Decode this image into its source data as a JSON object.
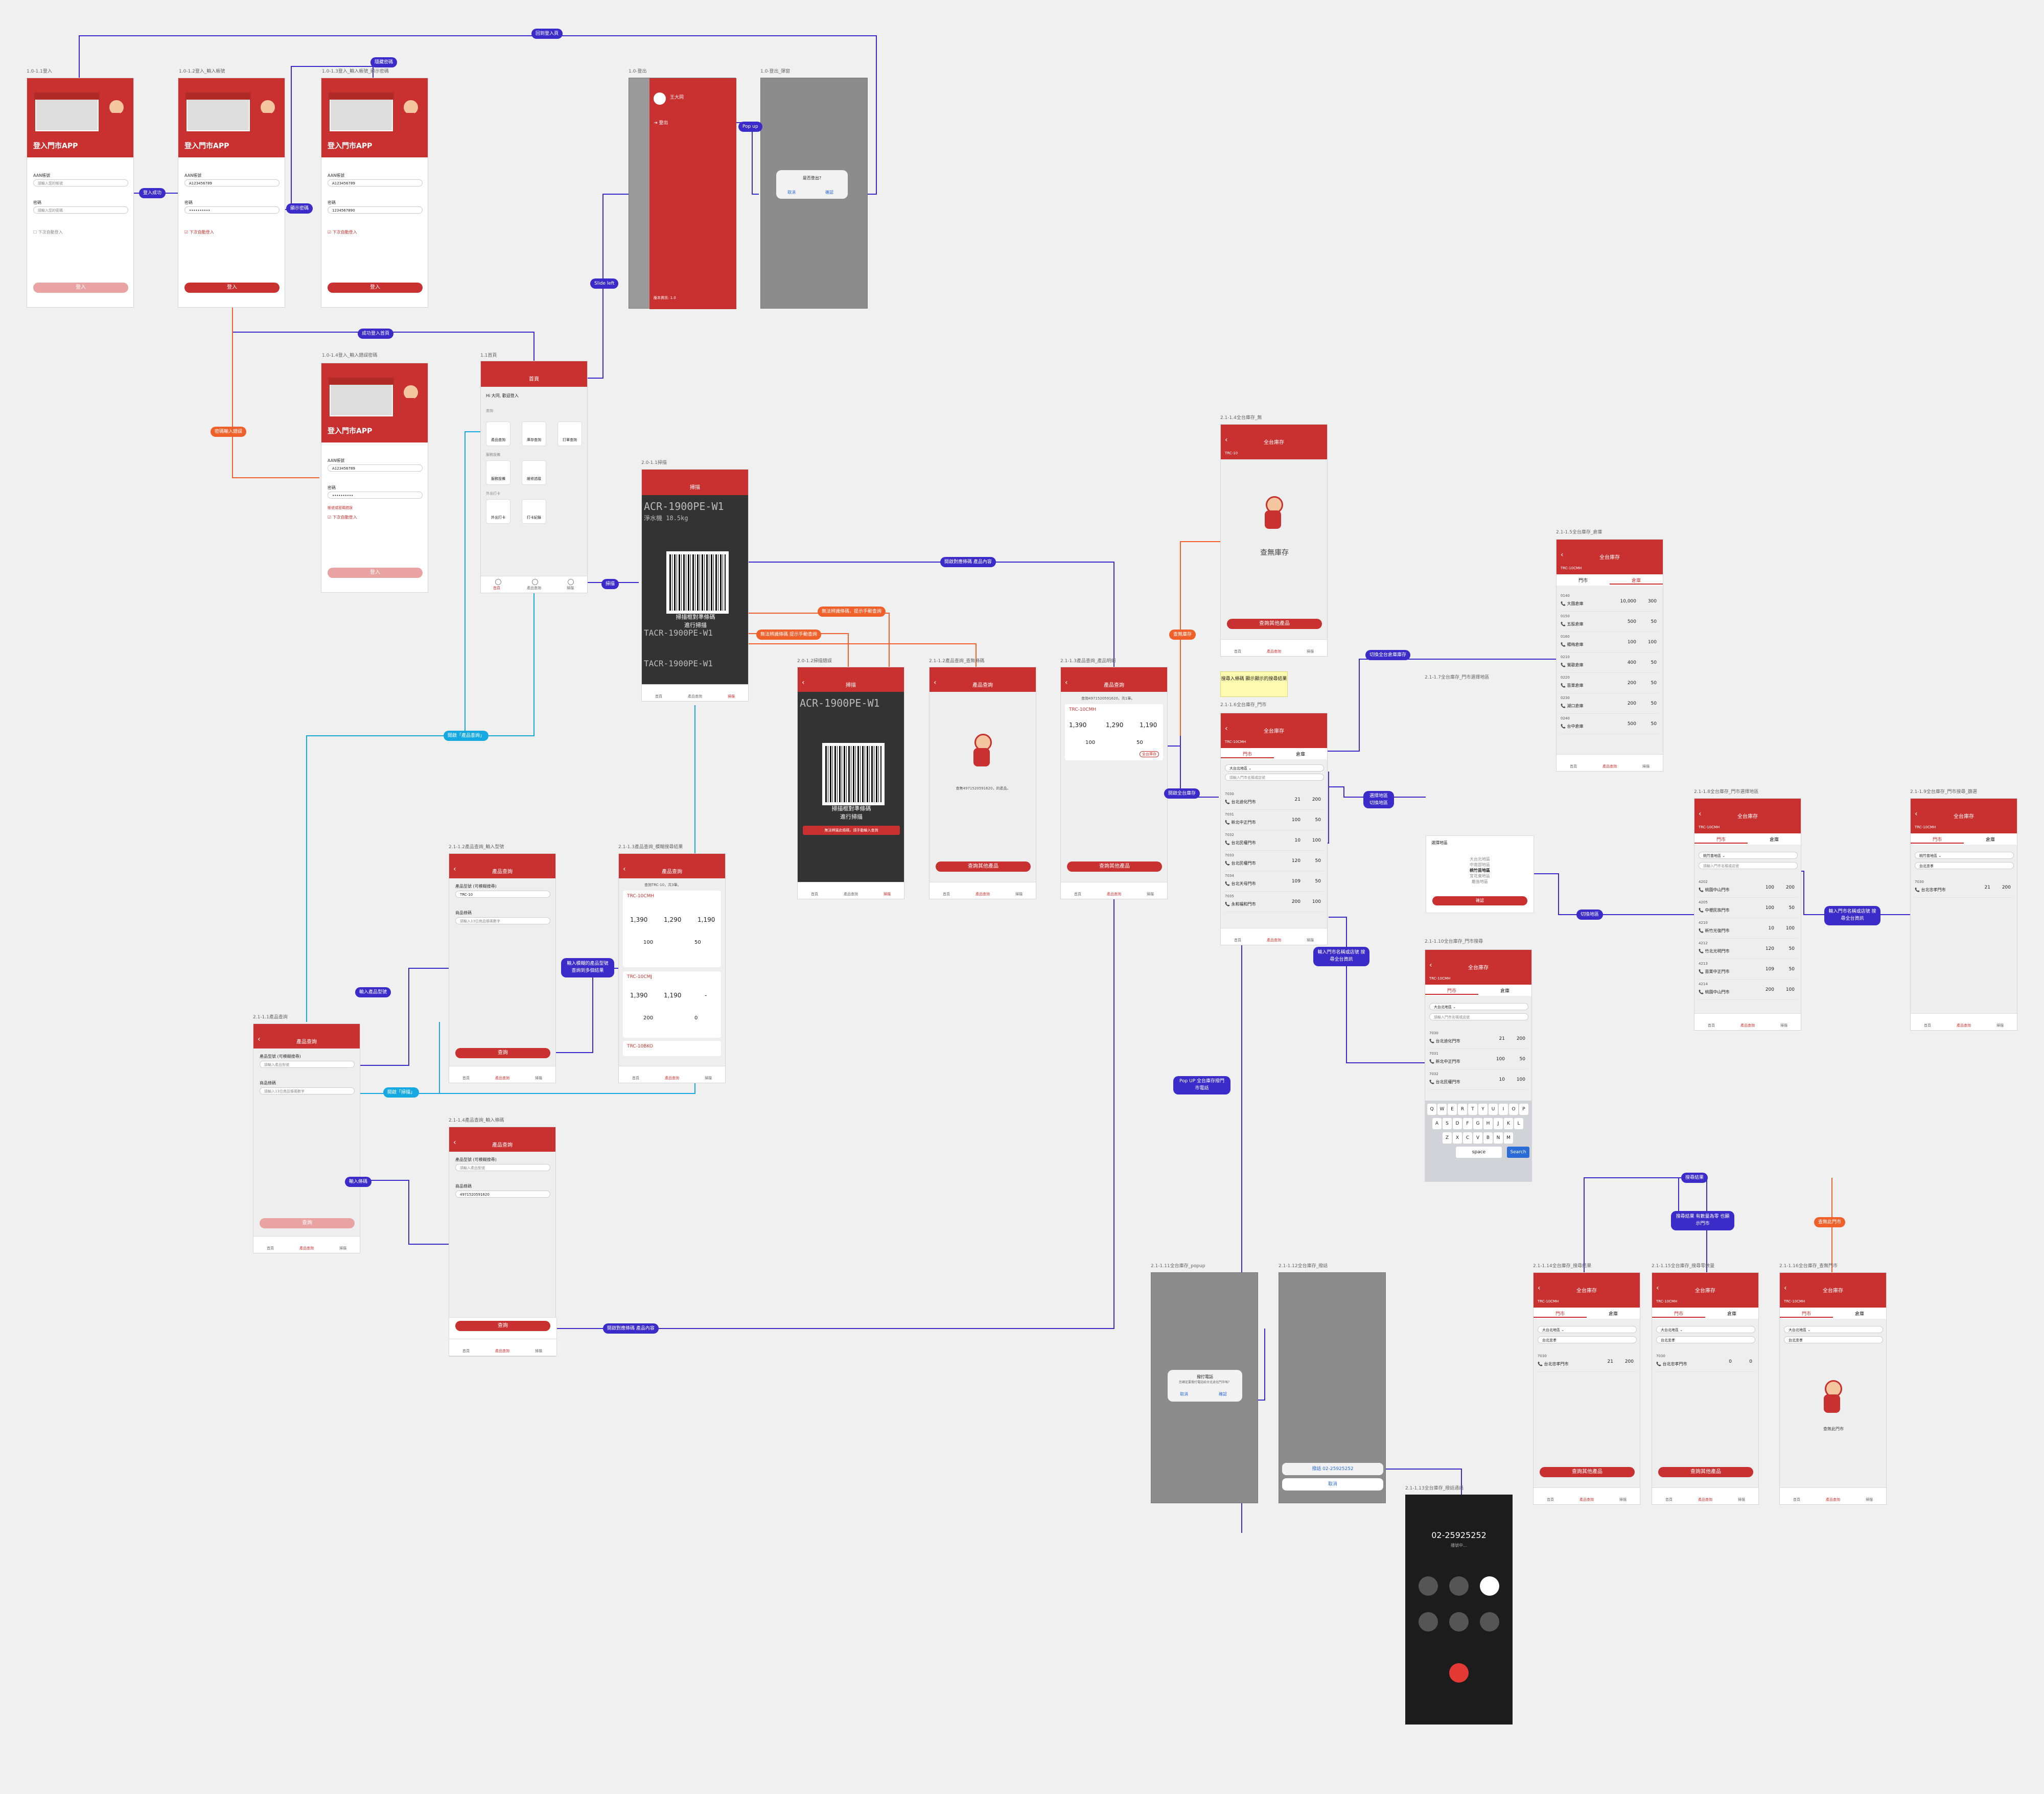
{
  "labels": {
    "login_title": "登入門市APP",
    "login_btn": "登入",
    "hi": "Hi 大同, 歡迎登入",
    "scan_hint": "掃描框對準條碼\n進行掃描",
    "no_stock": "查無庫存",
    "query_other": "查詢其他產品",
    "query": "查詢",
    "tel_num": "02-25925252",
    "call_hint": "播號中…",
    "cancel": "取消",
    "dial": "撥話 02-25925252",
    "dialog_logout": "是否登出?",
    "dialog_call": "撥打電話",
    "btn_cancel": "取消",
    "btn_ok": "確認"
  },
  "pills": {
    "back_login": "回到登入頁",
    "login_ok": "登入成功",
    "show_pw": "顯示密碼",
    "hide_pw": "隱藏密碼",
    "pw_err": "密碼輸入錯誤",
    "login_success_home": "成功登入首頁",
    "popup": "Pop up",
    "slide_left": "Slide left",
    "scan": "掃描",
    "open_product_query": "開啟「產品查詢」",
    "scan_open": "開啟對應條碼 產品內容",
    "scan_fail": "無法辨識條碼，提示手動查詢",
    "scan_fail2": "無法辨識條碼 提示手動查詢",
    "no_stock": "查無庫存",
    "query_stock": "開啟全台庫存",
    "switch_stock": "切換全台倉庫庫存",
    "type_model": "輸入產品型號",
    "type_barcode": "輸入條碼",
    "open_scan": "開啟「掃描」",
    "type_fuzzy": "輸入模糊的產品型號 查詢到多個結果",
    "scan_open2": "開啟對應條碼 產品內容",
    "select_region": "選擇地區 切換地區",
    "type_store": "輸入門市名稱或店號 搜尋全台資訊",
    "popup_call": "Pop UP 全台庫存撥門市電話",
    "switch_area": "切換地區",
    "type_store2": "輸入門市名稱或店號 搜尋全台資訊",
    "search_result": "搜尋結果",
    "search_result2": "搜尋結果 有數量為零 也顯示門市",
    "no_store": "查無此門市"
  },
  "captions": {
    "c1": "1.0-1.1登入",
    "c2": "1.0-1.2登入_輸入帳號",
    "c3": "1.0-1.3登入_輸入帳號_顯示密碼",
    "c4": "1.0-登出",
    "c5": "1.0-登出_彈窗",
    "c6": "1.0-1.4登入_輸入錯誤密碼",
    "c7": "1.1首頁",
    "c8": "2.0-1.1掃描",
    "c9": "2.0-1.2掃描錯誤",
    "c10": "2.1-1.2產品查詢_查無條碼",
    "c11": "2.1-1.3產品查詢_產品明細",
    "c12": "2.1-1.4全台庫存_無",
    "c13": "2.1-1.5全台庫存_倉庫",
    "c14": "2.1-1.6全台庫存_門市",
    "c15": "2.1-1.7全台庫存_門市選擇地區",
    "c16": "2.1-1.8全台庫存_門市選擇地區",
    "c17": "2.1-1.9全台庫存_門市搜尋_篩選",
    "c18": "2.1-1.1產品查詢",
    "c19": "2.1-1.2產品查詢_輸入型號",
    "c20": "2.1-1.3產品查詢_模糊搜尋結果",
    "c21": "2.1-1.4產品查詢_輸入條碼",
    "c22": "2.1-1.10全台庫存_門市搜尋",
    "c23": "2.1-1.11全台庫存_popup",
    "c24": "2.1-1.12全台庫存_撥話",
    "c25": "2.1-1.13全台庫存_撥話通話",
    "c26": "2.1-1.14全台庫存_搜尋結果",
    "c27": "2.1-1.15全台庫存_搜尋零數量",
    "c28": "2.1-1.16全台庫存_查無門市"
  },
  "note": "搜尋入條碼 顯示顯示的搜尋結果",
  "colors": {
    "brand_red": "#c8312f",
    "flow_blue": "#3b2cc9",
    "flow_orange": "#f0602a",
    "flow_cyan": "#16a8e0",
    "canvas": "#f0f0f0"
  }
}
